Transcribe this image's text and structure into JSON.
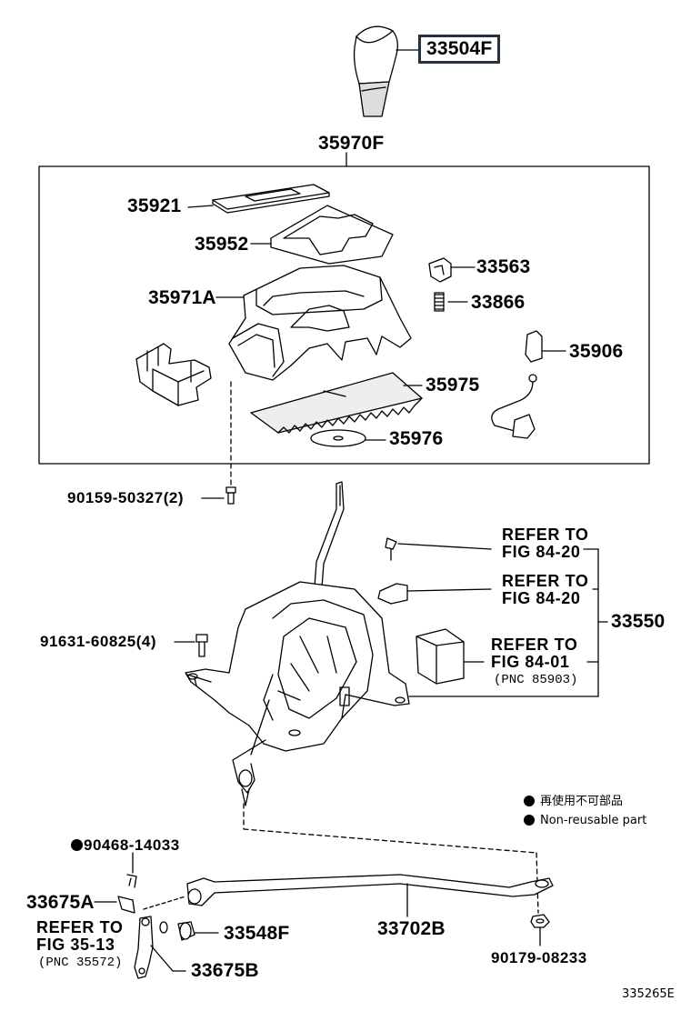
{
  "diagram": {
    "figure_number": "335265E",
    "parts": {
      "knob": "33504F",
      "bezel_assy": "35970F",
      "p35921": "35921",
      "p35952": "35952",
      "p35971A": "35971A",
      "p33563": "33563",
      "p33866": "33866",
      "p35906": "35906",
      "p35975": "35975",
      "p35976": "35976",
      "screw_90159": "90159-50327(2)",
      "bolt_91631": "91631-60825(4)",
      "shift_lever_assy": "33550",
      "clip_90468": "90468-14033",
      "pin_33675A": "33675A",
      "rod_33702B": "33702B",
      "bush_33548F": "33548F",
      "lever_33675B": "33675B",
      "washer_90179": "90179-08233"
    },
    "refs": {
      "ref1_line1": "REFER TO",
      "ref1_line2": "FIG 84-20",
      "ref2_line1": "REFER TO",
      "ref2_line2": "FIG 84-20",
      "ref3_line1": "REFER TO",
      "ref3_line2": "FIG 84-01",
      "ref3_pnc": "(PNC 85903)",
      "ref4_line1": "REFER TO",
      "ref4_line2": "FIG 35-13",
      "ref4_pnc": "(PNC 35572)"
    },
    "legend": {
      "ja": "再使用不可部品",
      "en": "Non-reusable part"
    }
  }
}
